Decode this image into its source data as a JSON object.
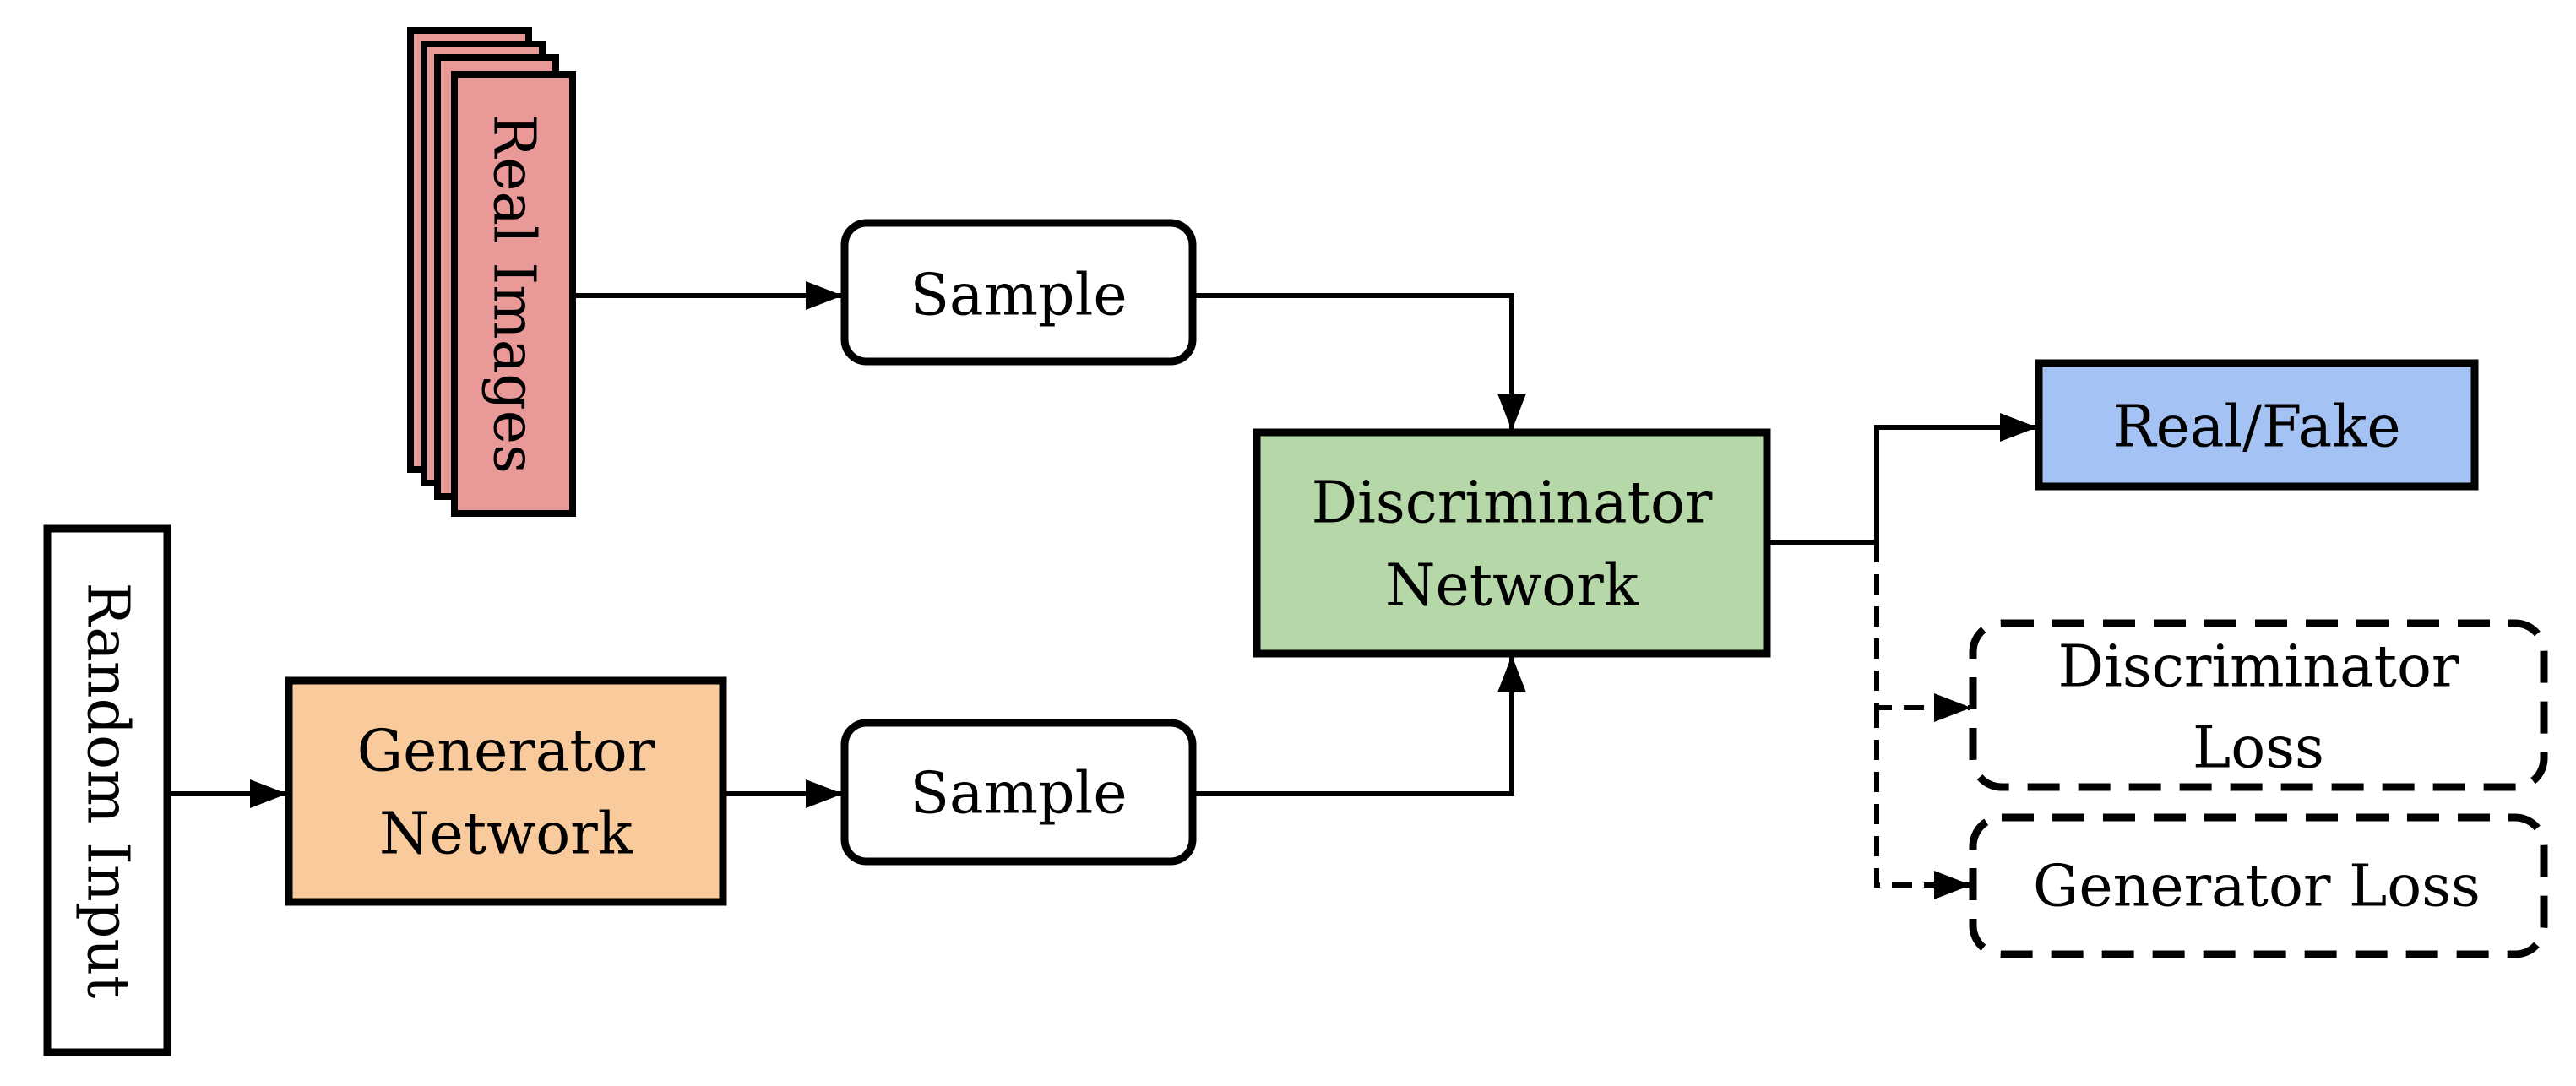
{
  "nodes": {
    "real_images": {
      "label": "Real Images",
      "color": "#EA9999"
    },
    "sample_top": {
      "label": "Sample",
      "color": "#FFFFFF"
    },
    "random_input": {
      "label": "Random Input",
      "color": "#FFFFFF"
    },
    "generator": {
      "line1": "Generator",
      "line2": "Network",
      "color": "#F9CB9C"
    },
    "sample_bottom": {
      "label": "Sample",
      "color": "#FFFFFF"
    },
    "discriminator": {
      "line1": "Discriminator",
      "line2": "Network",
      "color": "#B6D7A8"
    },
    "real_fake": {
      "label": "Real/Fake",
      "color": "#A4C2F4"
    },
    "discriminator_loss": {
      "line1": "Discriminator",
      "line2": "Loss",
      "color": "#FFFFFF"
    },
    "generator_loss": {
      "label": "Generator Loss",
      "color": "#FFFFFF"
    }
  },
  "edges": [
    {
      "from": "real_images",
      "to": "sample_top",
      "style": "solid"
    },
    {
      "from": "sample_top",
      "to": "discriminator",
      "style": "solid"
    },
    {
      "from": "random_input",
      "to": "generator",
      "style": "solid"
    },
    {
      "from": "generator",
      "to": "sample_bottom",
      "style": "solid"
    },
    {
      "from": "sample_bottom",
      "to": "discriminator",
      "style": "solid"
    },
    {
      "from": "discriminator",
      "to": "real_fake",
      "style": "solid"
    },
    {
      "from": "discriminator",
      "to": "discriminator_loss",
      "style": "dashed"
    },
    {
      "from": "discriminator",
      "to": "generator_loss",
      "style": "dashed"
    }
  ]
}
